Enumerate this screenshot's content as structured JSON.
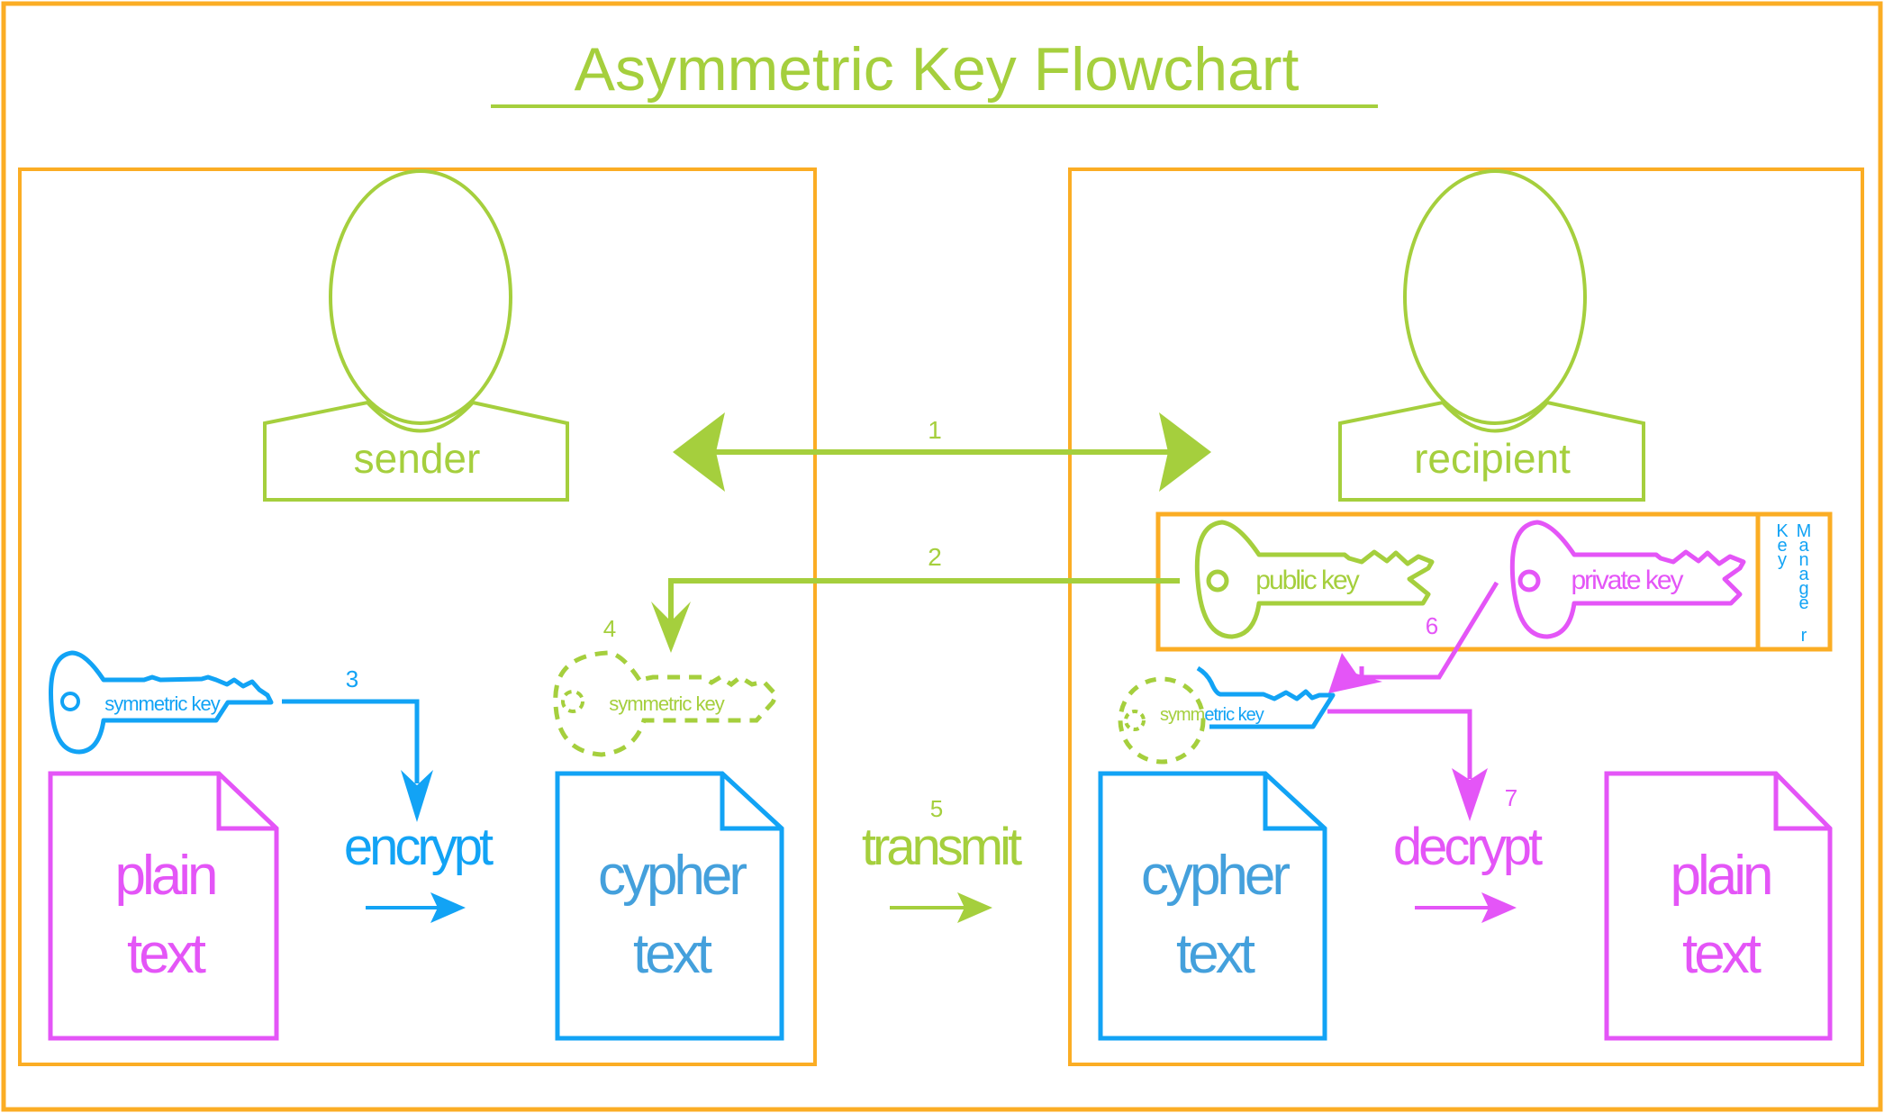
{
  "title": "Asymmetric Key Flowchart",
  "colors": {
    "frame": "#FBAD24",
    "green": "#A5CF3D",
    "blue": "#12A3F5",
    "blue_text": "#44A0DC",
    "magenta": "#E455F7"
  },
  "actors": {
    "sender": "sender",
    "recipient": "recipient"
  },
  "key_manager": {
    "label_word1": [
      "K",
      "e",
      "y"
    ],
    "label_word2": [
      "M",
      "a",
      "n",
      "a",
      "g",
      "e",
      "r"
    ],
    "public_key": "public key",
    "private_key": "private key"
  },
  "keys": {
    "sender_symmetric": "symmetric key",
    "encrypted_symmetric": "symmetric key",
    "recipient_symmetric_prefix": "symm",
    "recipient_symmetric_suffix": "etric key"
  },
  "steps": {
    "s1": "1",
    "s2": "2",
    "s3": "3",
    "s4": "4",
    "s5": "5",
    "s6": "6",
    "s7": "7"
  },
  "actions": {
    "encrypt": "encrypt",
    "transmit": "transmit",
    "decrypt": "decrypt"
  },
  "documents": {
    "sender_plain": [
      "plain",
      "text"
    ],
    "sender_cypher": [
      "cypher",
      "text"
    ],
    "recipient_cypher": [
      "cypher",
      "text"
    ],
    "recipient_plain": [
      "plain",
      "text"
    ]
  }
}
